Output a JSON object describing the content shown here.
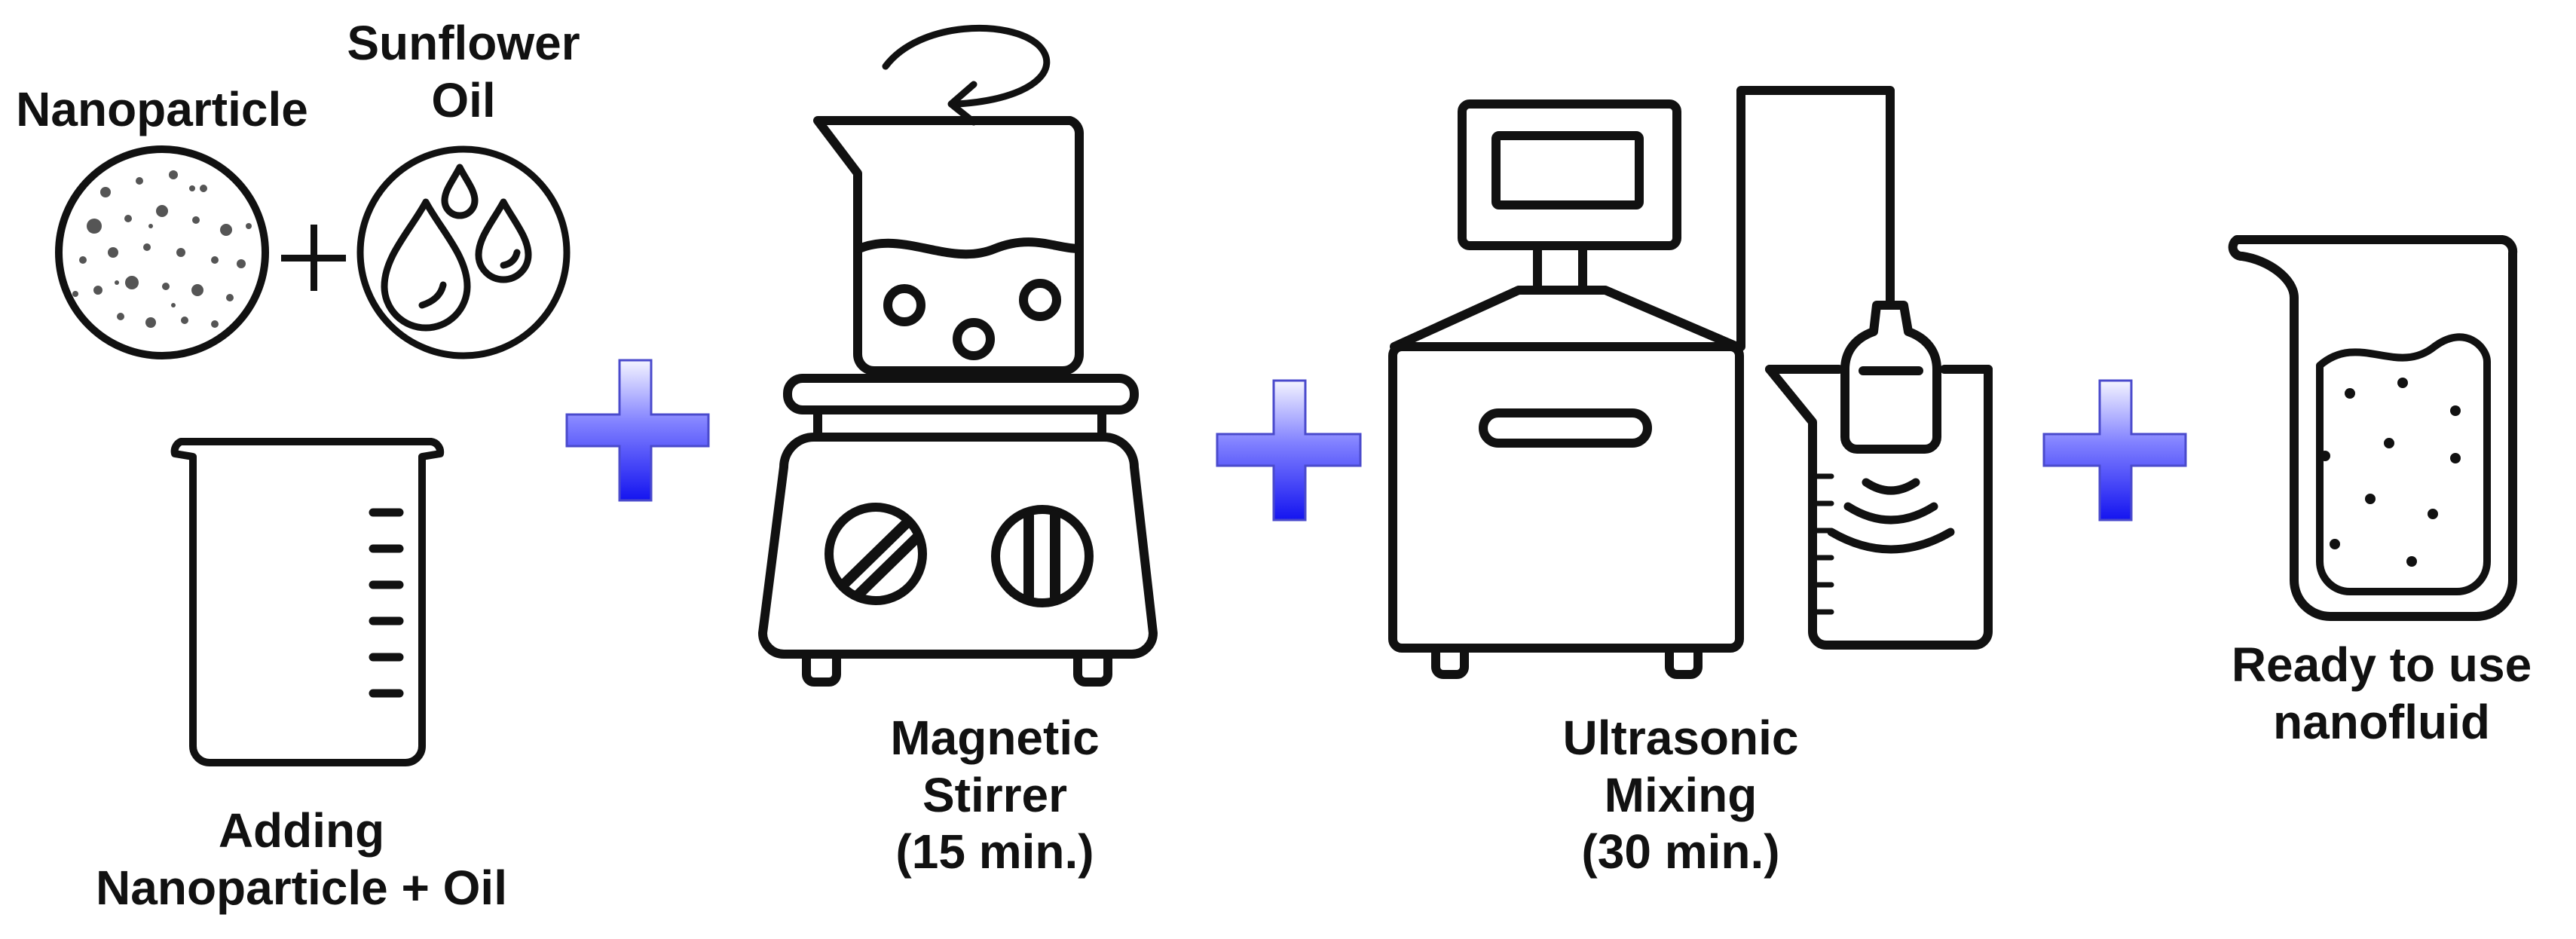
{
  "labels": {
    "nanoparticle": "Nanoparticle",
    "sunflower_oil": [
      "Sunflower",
      "Oil"
    ],
    "adding": [
      "Adding",
      "Nanoparticle + Oil"
    ],
    "magnetic_stirrer": [
      "Magnetic",
      "Stirrer",
      "(15 min.)"
    ],
    "ultrasonic_mixing": [
      "Ultrasonic",
      "Mixing",
      "(30 min.)"
    ],
    "ready": [
      "Ready to use",
      "nanofluid"
    ]
  },
  "colors": {
    "stroke": "#111111",
    "plus_fill_top": "#ffffff",
    "plus_fill_bottom": "#2020ff",
    "plus_edge": "#4a4acc",
    "particle": "#555555"
  },
  "icons": [
    "nanoparticle-circle-icon",
    "oil-drops-icon",
    "small-plus-icon",
    "beaker-icon",
    "magnetic-stirrer-icon",
    "ultrasonic-mixer-icon",
    "ready-beaker-icon",
    "blue-plus-icon"
  ]
}
